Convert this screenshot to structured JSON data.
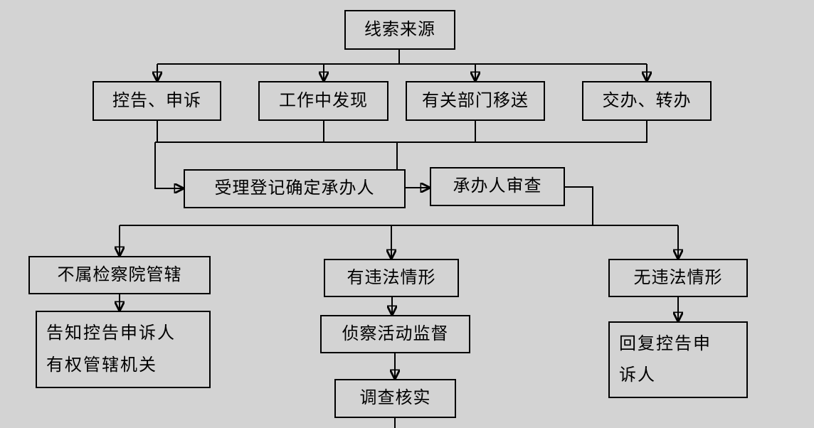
{
  "diagram": {
    "background_color": "#d3d3d3",
    "line_color": "#000000",
    "box_border_color": "#000000",
    "text_color": "#000000",
    "nodes": {
      "source": {
        "label": "线索来源"
      },
      "complaint": {
        "label": "控告、申诉"
      },
      "work_discovery": {
        "label": "工作中发现"
      },
      "dept_transfer": {
        "label": "有关部门移送"
      },
      "assign_transfer": {
        "label": "交办、转办"
      },
      "register": {
        "label": "受理登记确定承办人"
      },
      "reviewer": {
        "label": "承办人审查"
      },
      "not_jurisdiction": {
        "label": "不属检察院管辖"
      },
      "has_violation": {
        "label": "有违法情形"
      },
      "no_violation": {
        "label": "无违法情形"
      },
      "inform": {
        "label": "告知控告申诉人\n有权管辖机关"
      },
      "supervision": {
        "label": "侦察活动监督"
      },
      "verify": {
        "label": "调查核实"
      },
      "reply": {
        "label": "回复控告申\n诉人"
      }
    }
  }
}
